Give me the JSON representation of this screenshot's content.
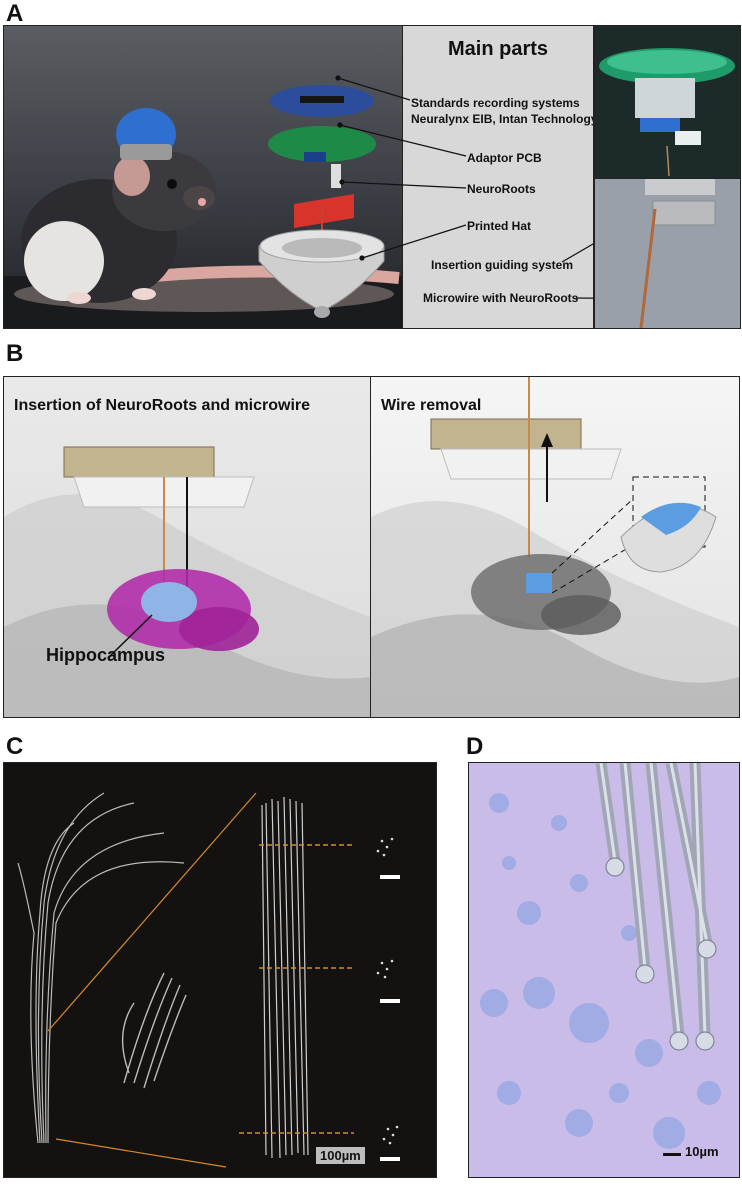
{
  "panel_letters": {
    "a": "A",
    "b": "B",
    "c": "C",
    "d": "D"
  },
  "panel_a": {
    "title": "Main parts",
    "labels": {
      "recording": "Standards recording systems",
      "recording_sub": "Neuralynx EIB, Intan Technology",
      "adaptor": "Adaptor PCB",
      "neuroroots": "NeuroRoots",
      "hat": "Printed Hat",
      "insertion": "Insertion guiding system",
      "microwire": "Microwire with NeuroRoots"
    }
  },
  "panel_b": {
    "left_title": "Insertion of NeuroRoots and microwire",
    "right_title": "Wire removal",
    "hippocampus": "Hippocampus"
  },
  "panel_c": {
    "scale": "100µm"
  },
  "panel_d": {
    "scale": "10µm"
  },
  "colors": {
    "hippocampus_magenta": "#b02aa8",
    "hippocampus_blue": "#8fb4e6",
    "pcb_green": "#1f8a4c",
    "neuroroots_red": "#d9342b",
    "orange_line": "#d98a2b",
    "stain_purple": "#c7b7e6"
  }
}
